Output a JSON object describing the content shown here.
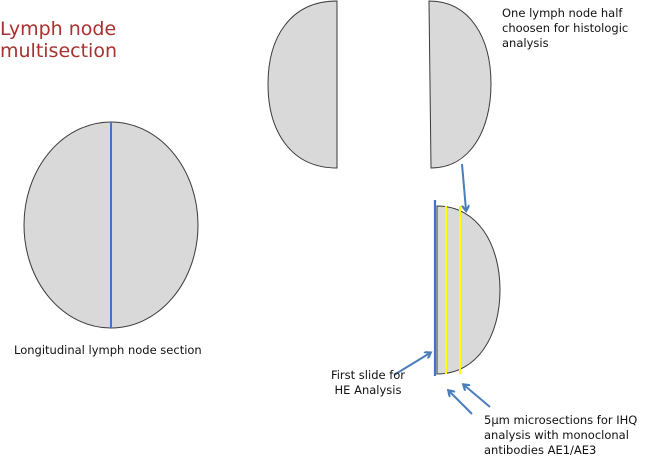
{
  "title": {
    "line1": "Lymph node",
    "line2": "multisection"
  },
  "labels": {
    "longitudinal": "Longitudinal lymph node section",
    "half_line1": "One lymph node half",
    "half_line2": "choosen for histologic",
    "half_line3": "analysis",
    "first_slide_line1": "First slide for",
    "first_slide_line2": "HE Analysis",
    "micro_line1": "5µm microsections for IHQ",
    "micro_line2": "analysis with monoclonal",
    "micro_line3": "antibodies AE1/AE3"
  },
  "colors": {
    "title": "#a8312f",
    "shape_fill": "#d9d9d9",
    "shape_stroke": "#3a3a3a",
    "cut_line": "#4472c4",
    "section_line": "#ffff00",
    "arrow": "#4a7ebb"
  }
}
